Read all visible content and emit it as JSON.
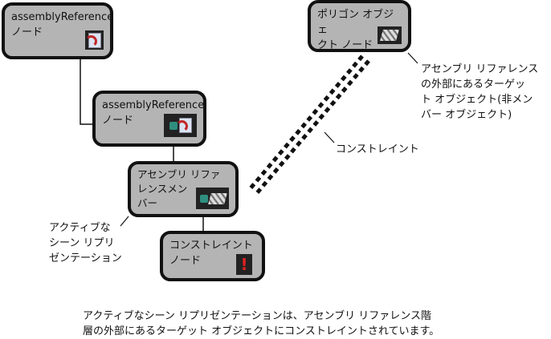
{
  "nodes": {
    "assembly_ref_1": "assemblyReference\nノード",
    "assembly_ref_2": "assemblyReference\nノード",
    "member": "アセンブリ リファ\nレンスメン\nバー",
    "constraint_node": "コンストレイント\nノード",
    "polygon": "ポリゴン オブジェ\nクト ノード"
  },
  "annotations": {
    "target": "アセンブリ リファレンス\nの外部にあるターゲッ\nト オブジェクト(非メン\nバー オブジェクト)",
    "constraint": "コンストレイント",
    "active": "アクティブな\nシーン リプリ\nゼンテーション"
  },
  "caption": "アクティブなシーン リプリゼンテーションは、アセンブリ リファレンス階\n層の外部にあるターゲット オブジェクトにコンストレイントされています。"
}
